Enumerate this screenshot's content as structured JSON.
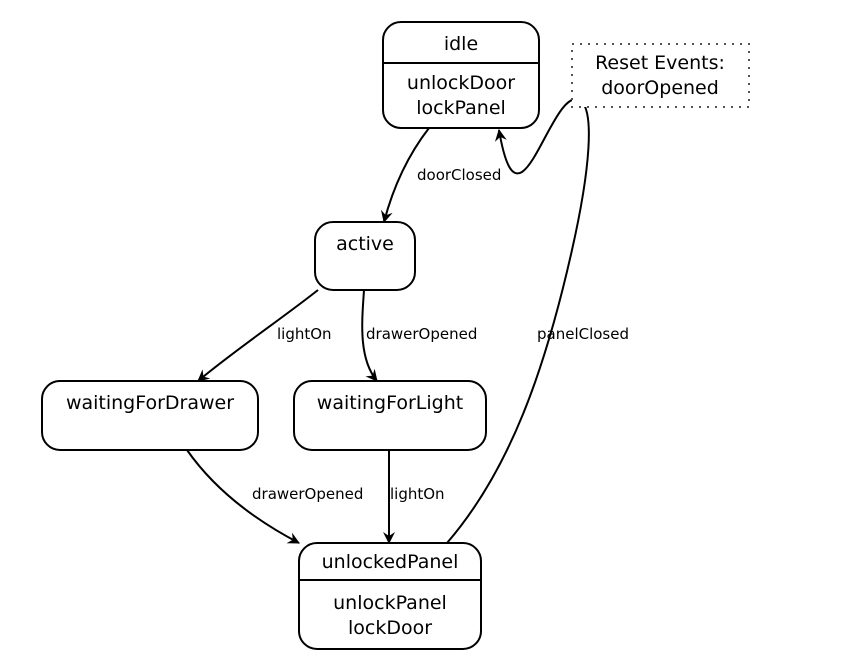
{
  "states": {
    "idle": {
      "name": "idle",
      "actions": [
        "unlockDoor",
        "lockPanel"
      ]
    },
    "active": {
      "name": "active"
    },
    "waiting_for_drawer": {
      "name": "waitingForDrawer"
    },
    "waiting_for_light": {
      "name": "waitingForLight"
    },
    "unlocked_panel": {
      "name": "unlockedPanel",
      "actions": [
        "unlockPanel",
        "lockDoor"
      ]
    }
  },
  "transitions": [
    {
      "from": "idle",
      "to": "active",
      "event": "doorClosed"
    },
    {
      "from": "active",
      "to": "waitingForDrawer",
      "event": "lightOn"
    },
    {
      "from": "active",
      "to": "waitingForLight",
      "event": "drawerOpened"
    },
    {
      "from": "waitingForDrawer",
      "to": "unlockedPanel",
      "event": "drawerOpened"
    },
    {
      "from": "waitingForLight",
      "to": "unlockedPanel",
      "event": "lightOn"
    },
    {
      "from": "unlockedPanel",
      "to": "idle",
      "event": "panelClosed"
    }
  ],
  "note": {
    "lines": [
      "Reset Events:",
      "doorOpened"
    ]
  }
}
